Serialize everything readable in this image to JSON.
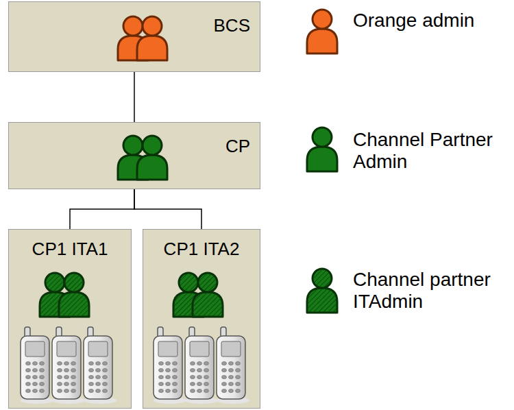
{
  "diagram": {
    "nodes": [
      {
        "text": [
          "BCS"
        ]
      },
      {
        "text": [
          "CP"
        ]
      },
      {
        "text": [
          "CP1 ITA1"
        ]
      },
      {
        "text": [
          "CP1 ITA2"
        ]
      }
    ],
    "edges": [
      {
        "from": 0,
        "to": 1,
        "arrow": "none"
      },
      {
        "from": 1,
        "to": 2,
        "arrow": "none"
      },
      {
        "from": 1,
        "to": 3,
        "arrow": "none"
      }
    ],
    "legend": [
      {
        "text": "Orange admin"
      },
      {
        "text": "Channel Partner Admin"
      },
      {
        "text": "Channel partner ITAdmin"
      }
    ]
  }
}
